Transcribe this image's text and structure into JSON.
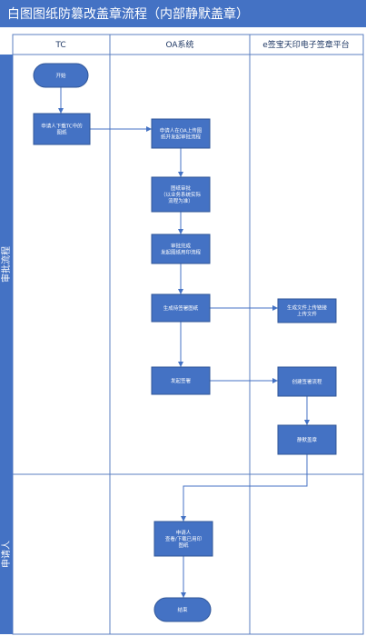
{
  "title": "白图图纸防篡改盖章流程（内部静默盖章）",
  "lanes": [
    {
      "id": "tc",
      "label": "TC"
    },
    {
      "id": "oa",
      "label": "OA系统"
    },
    {
      "id": "esign",
      "label": "e签宝天印电子签章平台"
    }
  ],
  "phases": [
    {
      "id": "approval",
      "label": "审批流程"
    },
    {
      "id": "applicant",
      "label": "申请人"
    }
  ],
  "nodes": [
    {
      "id": "start",
      "shape": "terminal",
      "lines": [
        "开始"
      ]
    },
    {
      "id": "download_tc",
      "shape": "process",
      "lines": [
        "申请人下载TC中的",
        "图纸"
      ]
    },
    {
      "id": "upload_oa",
      "shape": "process",
      "lines": [
        "申请人在OA上传图",
        "纸并发起审批流程"
      ]
    },
    {
      "id": "review",
      "shape": "process",
      "lines": [
        "图纸审批",
        "（以业务系统实际",
        "流程为准）"
      ]
    },
    {
      "id": "approved",
      "shape": "process",
      "lines": [
        "审批完成",
        "发起图纸用印流程"
      ]
    },
    {
      "id": "gen_doc",
      "shape": "process",
      "lines": [
        "生成待签署图纸"
      ]
    },
    {
      "id": "gen_link",
      "shape": "process",
      "lines": [
        "生成文件上传链接",
        "上传文件"
      ]
    },
    {
      "id": "sign",
      "shape": "process",
      "lines": [
        "发起签署"
      ]
    },
    {
      "id": "create_flow",
      "shape": "process",
      "lines": [
        "创建签署流程"
      ]
    },
    {
      "id": "silent_seal",
      "shape": "process",
      "lines": [
        "静默盖章"
      ]
    },
    {
      "id": "view_download",
      "shape": "process",
      "lines": [
        "申请人",
        "查看/下载已用印",
        "图纸"
      ]
    },
    {
      "id": "end",
      "shape": "terminal",
      "lines": [
        "结束"
      ]
    }
  ],
  "edges": [
    {
      "from": "start",
      "to": "download_tc"
    },
    {
      "from": "download_tc",
      "to": "upload_oa"
    },
    {
      "from": "upload_oa",
      "to": "review"
    },
    {
      "from": "review",
      "to": "approved"
    },
    {
      "from": "approved",
      "to": "gen_doc"
    },
    {
      "from": "gen_doc",
      "to": "gen_link"
    },
    {
      "from": "gen_doc",
      "to": "sign"
    },
    {
      "from": "sign",
      "to": "create_flow"
    },
    {
      "from": "create_flow",
      "to": "silent_seal"
    },
    {
      "from": "silent_seal",
      "to": "view_download"
    },
    {
      "from": "view_download",
      "to": "end"
    }
  ],
  "colors": {
    "box_fill": "#4472c4",
    "box_stroke": "#2f5597",
    "line": "#5b7fc0",
    "text_light": "#ffffff"
  }
}
